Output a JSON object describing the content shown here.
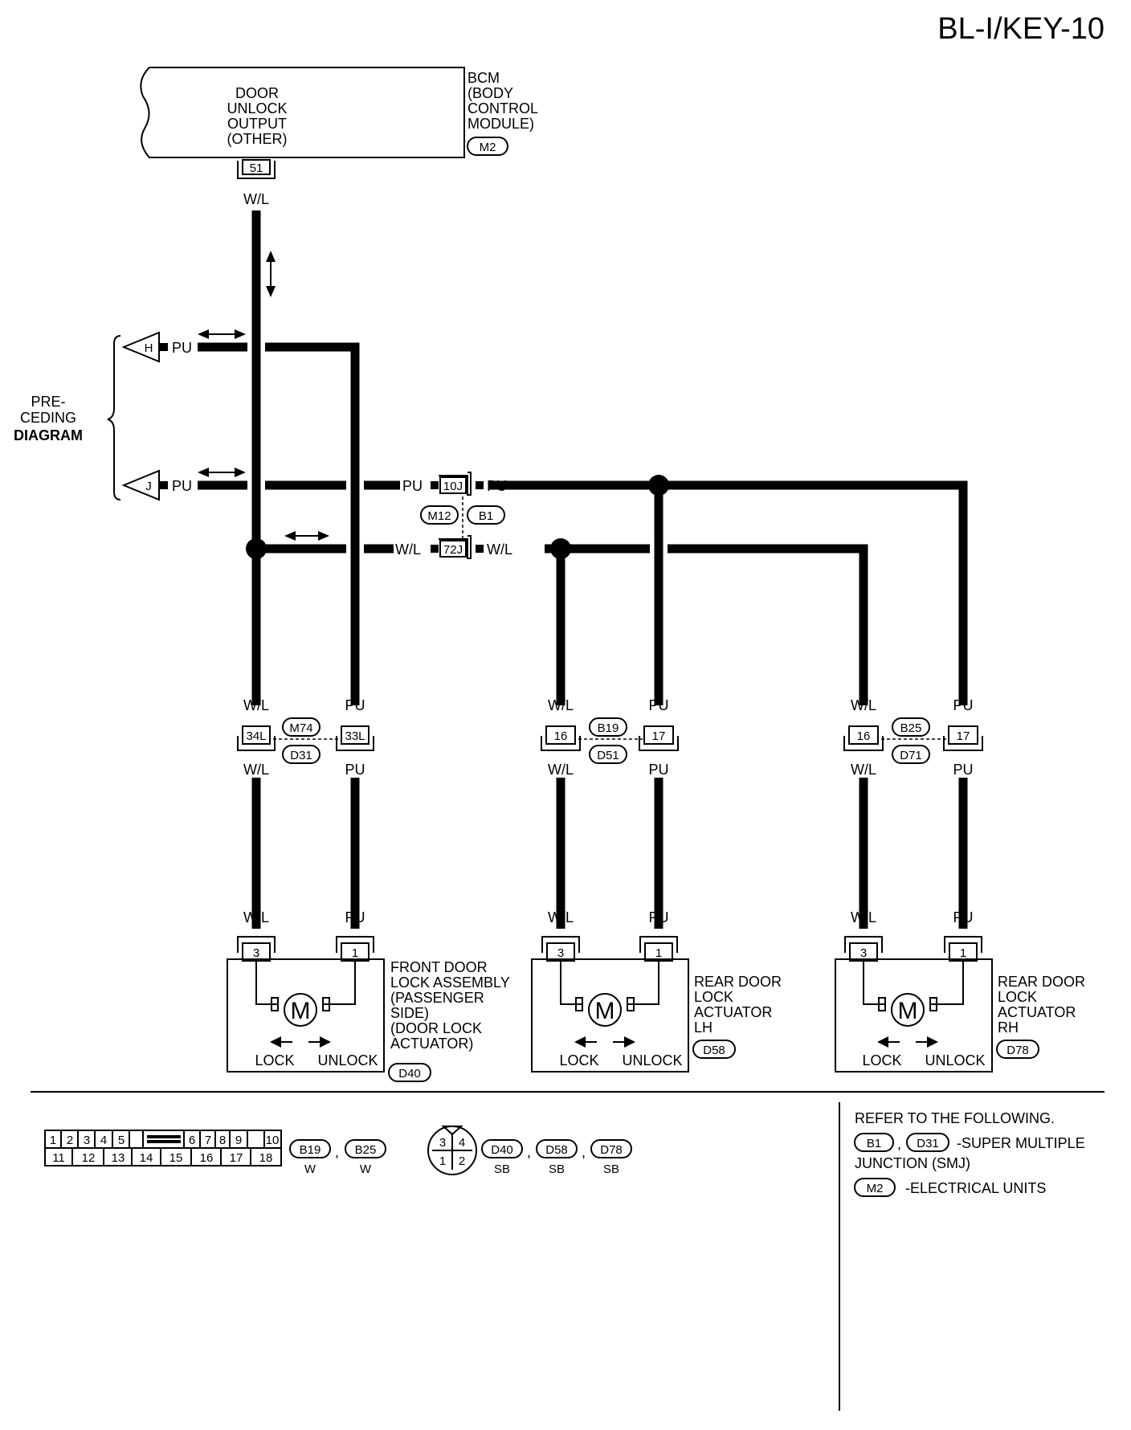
{
  "page_title": "BL-I/KEY-10",
  "bcm": {
    "function_lines": [
      "DOOR",
      "UNLOCK",
      "OUTPUT",
      "(OTHER)"
    ],
    "name_lines": [
      "BCM",
      "(BODY",
      " CONTROL",
      " MODULE)"
    ],
    "connector": "M2",
    "terminal": "51"
  },
  "preceding_diagram": {
    "lines": [
      "PRE-",
      "CEDING",
      "DIAGRAM"
    ],
    "ref_h": "H",
    "ref_j": "J"
  },
  "wire_colors": {
    "wl": "W/L",
    "pu": "PU"
  },
  "joint_connector": {
    "upper": "10J",
    "lower": "72J",
    "left_ref": "M12",
    "right_ref": "B1"
  },
  "harness_connectors": [
    {
      "left_term": "34L",
      "right_term": "33L",
      "upper_ref": "M74",
      "lower_ref": "D31"
    },
    {
      "left_term": "16",
      "right_term": "17",
      "upper_ref": "B19",
      "lower_ref": "D51"
    },
    {
      "left_term": "16",
      "right_term": "17",
      "upper_ref": "B25",
      "lower_ref": "D71"
    }
  ],
  "actuators": [
    {
      "name_lines": [
        "FRONT DOOR",
        "LOCK ASSEMBLY",
        "(PASSENGER",
        " SIDE)",
        "(DOOR LOCK",
        " ACTUATOR)"
      ],
      "connector": "D40",
      "term_left": "3",
      "term_right": "1",
      "motor": "M",
      "lock": "LOCK",
      "unlock": "UNLOCK"
    },
    {
      "name_lines": [
        "REAR DOOR",
        "LOCK",
        "ACTUATOR",
        "LH"
      ],
      "connector": "D58",
      "term_left": "3",
      "term_right": "1",
      "motor": "M",
      "lock": "LOCK",
      "unlock": "UNLOCK"
    },
    {
      "name_lines": [
        "REAR DOOR",
        "LOCK",
        "ACTUATOR",
        "RH"
      ],
      "connector": "D78",
      "term_left": "3",
      "term_right": "1",
      "motor": "M",
      "lock": "LOCK",
      "unlock": "UNLOCK"
    }
  ],
  "legend": {
    "connector18_top": [
      "1",
      "2",
      "3",
      "4",
      "5",
      "6",
      "7",
      "8",
      "9",
      "10"
    ],
    "connector18_bottom": [
      "11",
      "12",
      "13",
      "14",
      "15",
      "16",
      "17",
      "18"
    ],
    "c18_refs": [
      {
        "ref": "B19",
        "color": "W"
      },
      {
        "ref": "B25",
        "color": "W"
      }
    ],
    "connector4": [
      "3",
      "4",
      "1",
      "2"
    ],
    "c4_refs": [
      {
        "ref": "D40",
        "color": "SB"
      },
      {
        "ref": "D58",
        "color": "SB"
      },
      {
        "ref": "D78",
        "color": "SB"
      }
    ],
    "comma": ","
  },
  "refer": {
    "heading": "REFER TO THE FOLLOWING.",
    "smj_refs": [
      "B1",
      "D31"
    ],
    "smj_text": "-SUPER MULTIPLE",
    "smj_text2": "JUNCTION (SMJ)",
    "eu_ref": "M2",
    "eu_text": "-ELECTRICAL UNITS"
  }
}
